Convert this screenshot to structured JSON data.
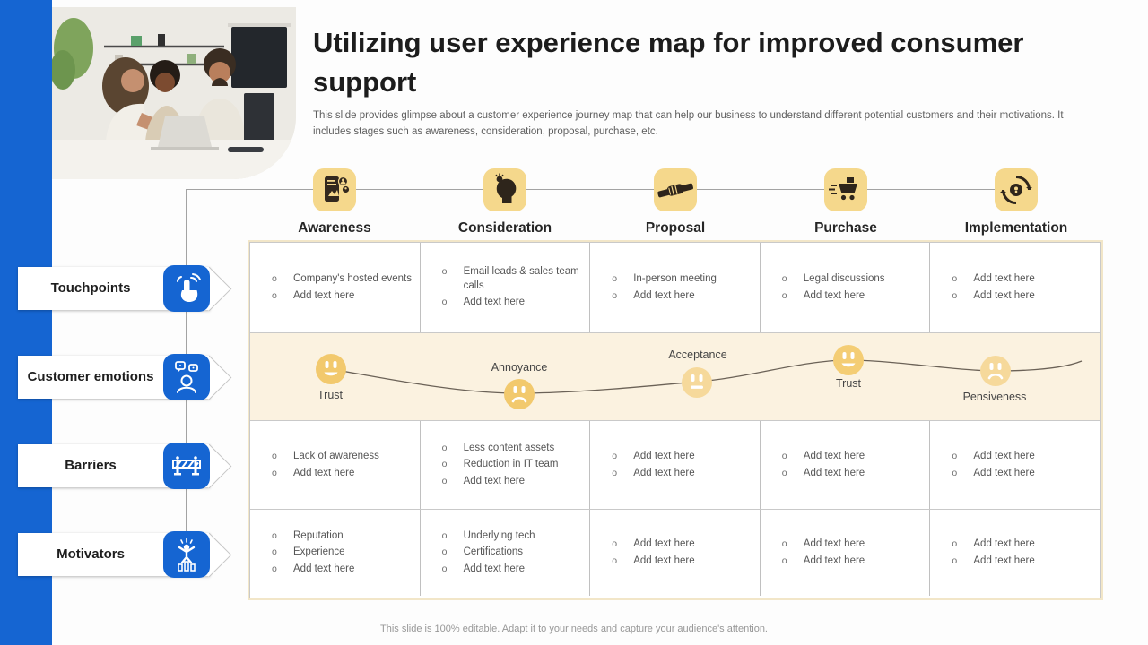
{
  "slide": {
    "title": "Utilizing user experience map for improved consumer support",
    "description": "This slide provides glimpse about a customer experience journey map that can help our business to understand different potential customers and their motivations. It includes stages such as awareness, consideration, proposal, purchase, etc.",
    "footer": "This slide is 100% editable. Adapt it to your needs and capture your audience's attention."
  },
  "colors": {
    "accent_blue": "#1565d2",
    "icon_yellow": "#f5d88c",
    "emotion_band": "#fbf2e0",
    "face_yellow": "#f2c96d",
    "face_yellow_light": "#f6d99b"
  },
  "stages": [
    {
      "label": "Awareness",
      "icon": "mobile-leads-icon"
    },
    {
      "label": "Consideration",
      "icon": "thinking-head-icon"
    },
    {
      "label": "Proposal",
      "icon": "handshake-icon"
    },
    {
      "label": "Purchase",
      "icon": "shopping-cart-icon"
    },
    {
      "label": "Implementation",
      "icon": "process-cycle-icon"
    }
  ],
  "row_labels": [
    {
      "label": "Touchpoints",
      "icon": "tap-finger-icon"
    },
    {
      "label": "Customer emotions",
      "icon": "customer-chat-icon"
    },
    {
      "label": "Barriers",
      "icon": "road-barrier-icon"
    },
    {
      "label": "Motivators",
      "icon": "achievement-icon"
    }
  ],
  "touchpoints": {
    "cells": [
      [
        "Company's hosted events",
        "Add text here"
      ],
      [
        "Email leads & sales team calls",
        "Add text here"
      ],
      [
        "In-person meeting",
        "Add text here"
      ],
      [
        "Legal discussions",
        "Add text here"
      ],
      [
        "Add text here",
        "Add text here"
      ]
    ]
  },
  "emotions": [
    {
      "label": "Trust",
      "mood": "happy",
      "label_position": "below",
      "stage": "Awareness"
    },
    {
      "label": "Annoyance",
      "mood": "sad",
      "label_position": "above",
      "stage": "Consideration"
    },
    {
      "label": "Acceptance",
      "mood": "neutral",
      "label_position": "above",
      "stage": "Proposal"
    },
    {
      "label": "Trust",
      "mood": "happy",
      "label_position": "below",
      "stage": "Purchase"
    },
    {
      "label": "Pensiveness",
      "mood": "sad",
      "label_position": "below",
      "stage": "Implementation"
    }
  ],
  "barriers": {
    "cells": [
      [
        "Lack of awareness",
        "Add text here"
      ],
      [
        "Less content assets",
        "Reduction in IT team",
        "Add text here"
      ],
      [
        "Add text here",
        "Add text here"
      ],
      [
        "Add text here",
        "Add text here"
      ],
      [
        "Add text here",
        "Add text here"
      ]
    ]
  },
  "motivators": {
    "cells": [
      [
        "Reputation",
        "Experience",
        "Add text here"
      ],
      [
        "Underlying tech",
        "Certifications",
        "Add text here"
      ],
      [
        "Add text here",
        "Add text here"
      ],
      [
        "Add text here",
        "Add text here"
      ],
      [
        "Add text here",
        "Add text here"
      ]
    ]
  }
}
